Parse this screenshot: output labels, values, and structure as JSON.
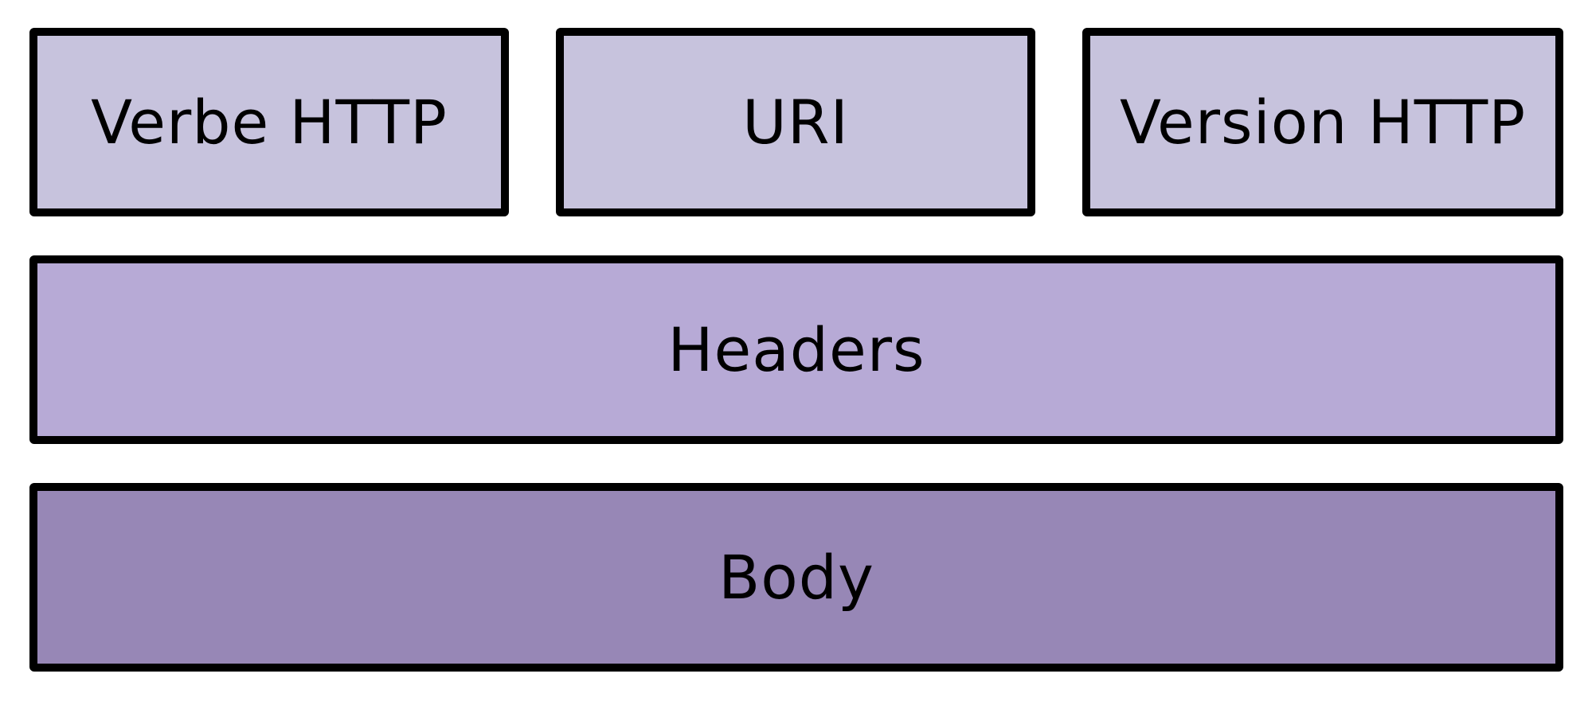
{
  "colors": {
    "request_line_fill": "#c7c3dd",
    "headers_fill": "#b7aad6",
    "body_fill": "#9787b6",
    "border": "#000000",
    "text": "#000000"
  },
  "request_line": {
    "verb": "Verbe HTTP",
    "uri": "URI",
    "version": "Version HTTP"
  },
  "headers": {
    "label": "Headers"
  },
  "body": {
    "label": "Body"
  }
}
